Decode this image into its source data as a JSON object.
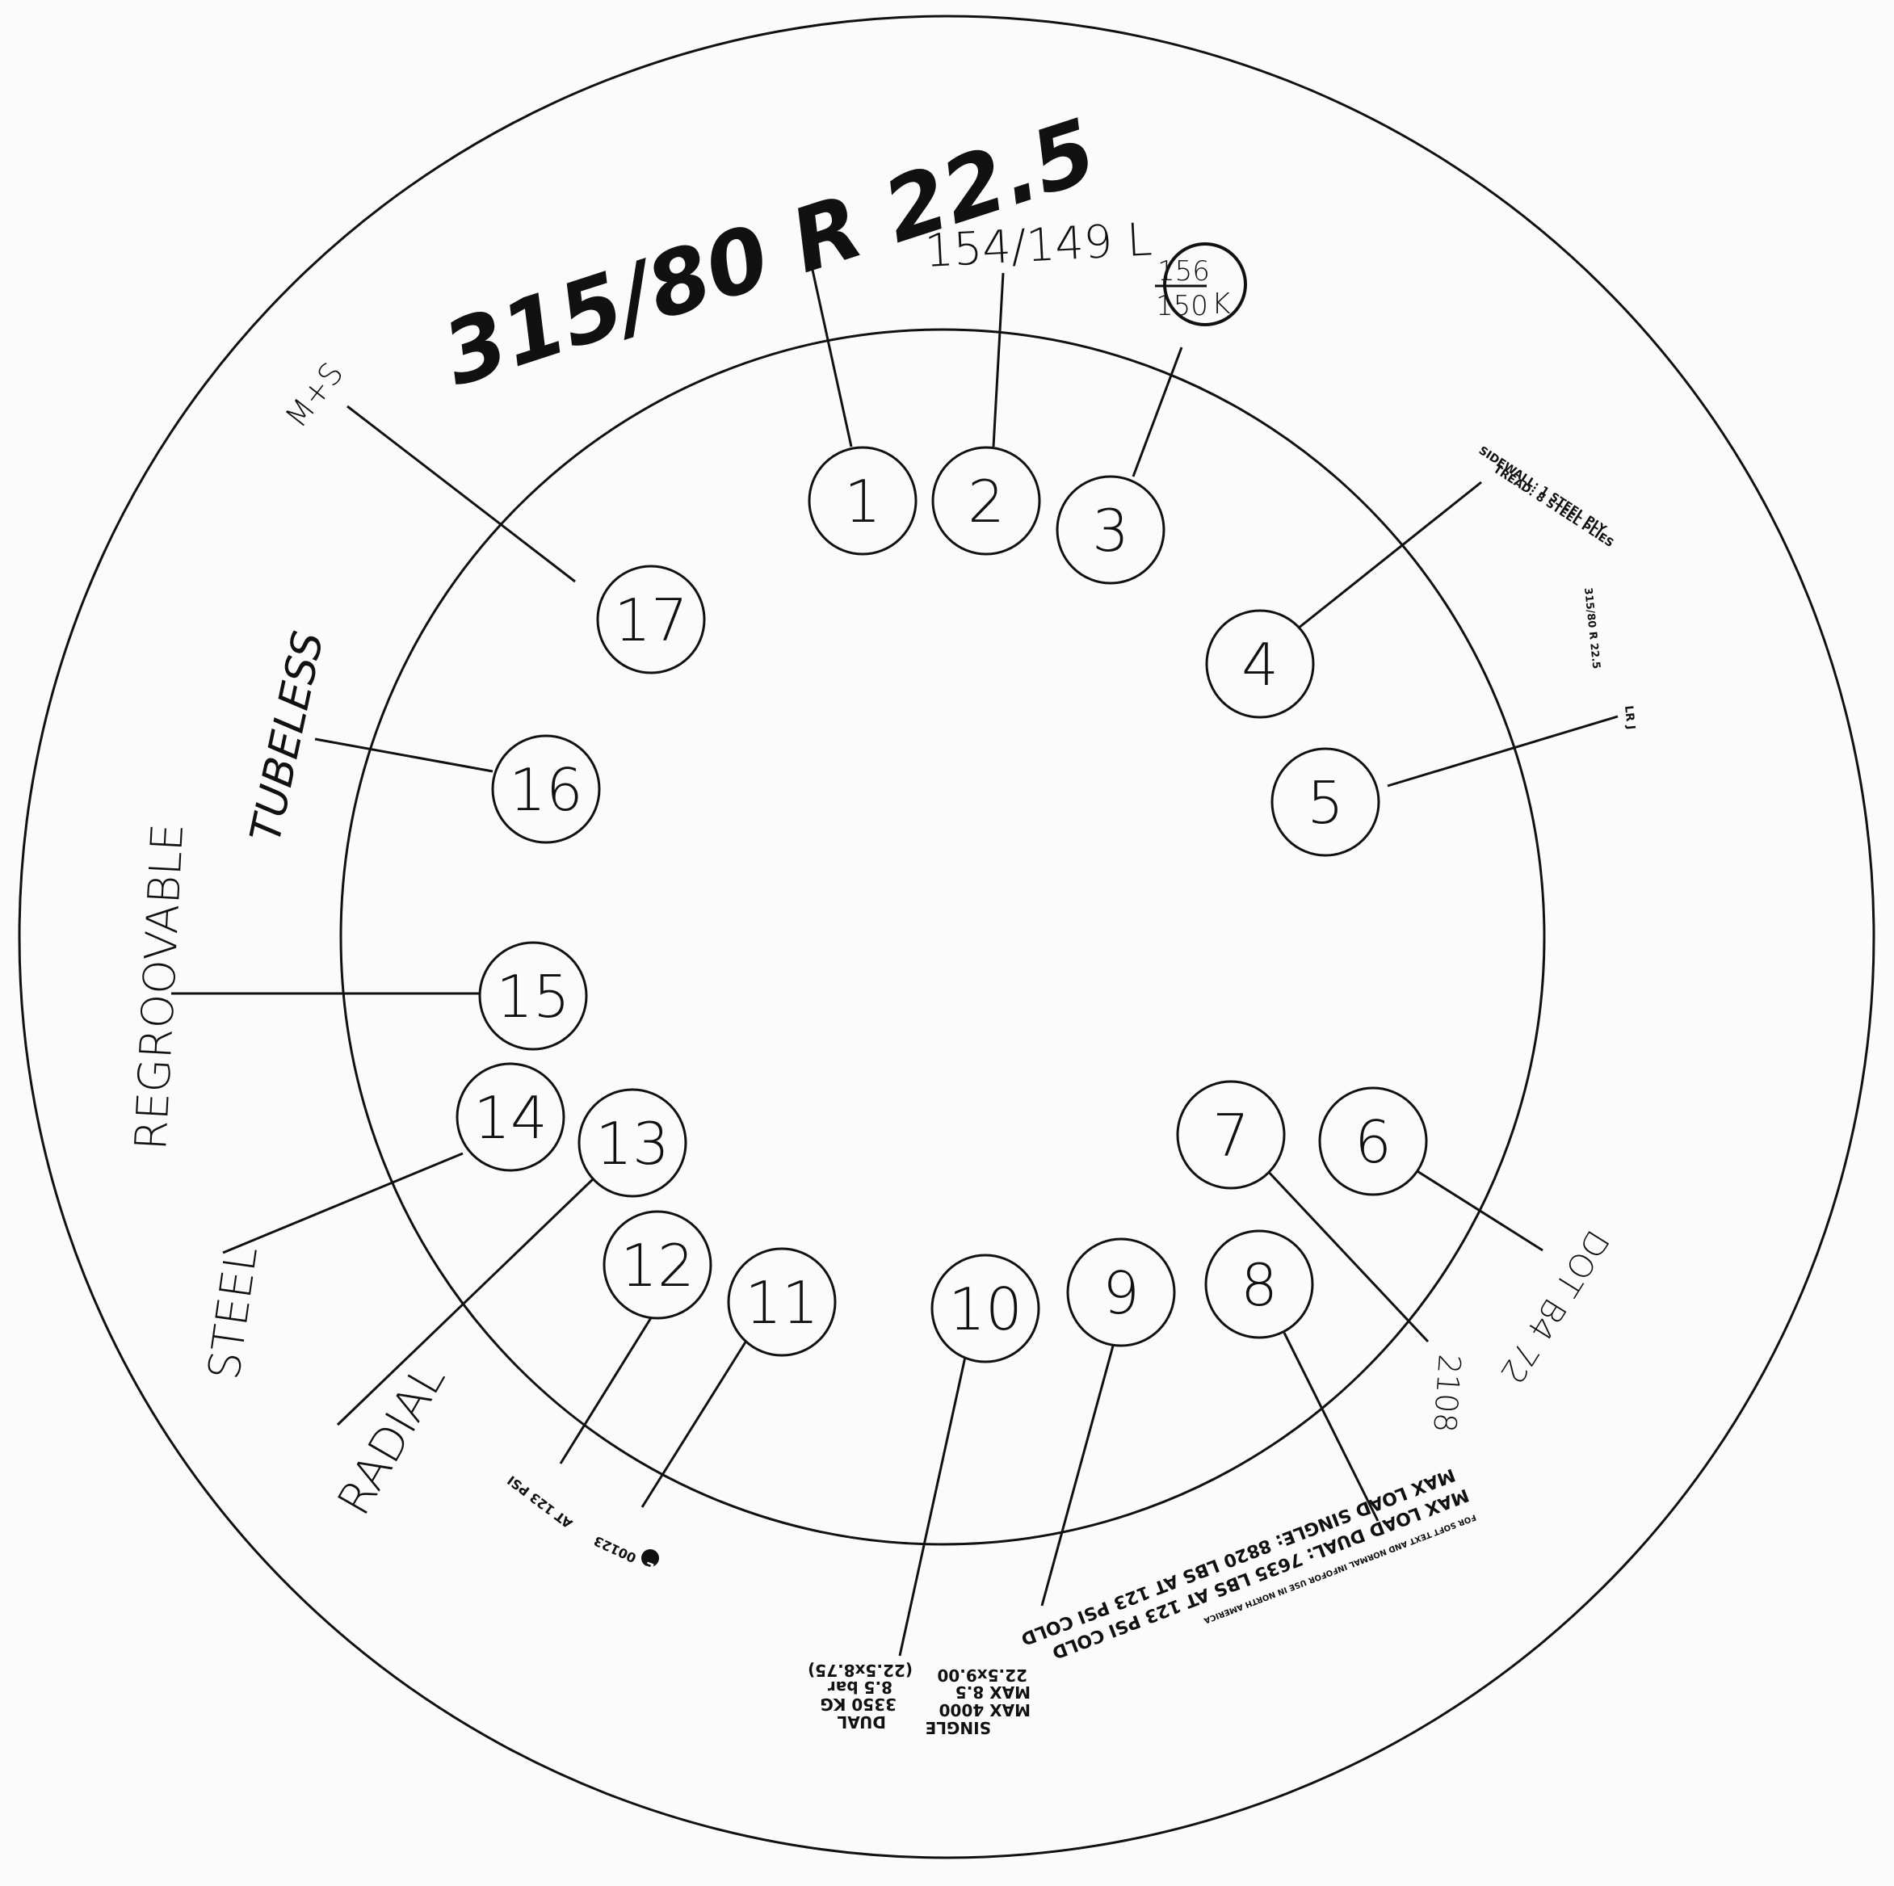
{
  "markings": {
    "size": "315/80 R 22.5",
    "load_index": "154/149 L",
    "alt_load_top": "156",
    "alt_load_bottom": "150",
    "alt_speed": "K",
    "construction_line1": "TREAD: 8 STEEL PLIES",
    "construction_line2": "SIDEWALL: 1 STEEL PLY",
    "size_small": "315/80 R 22.5",
    "code_small": "LR J",
    "dot": "DOT B4 72",
    "date": "2108",
    "max_load_dual": "MAX LOAD DUAL:   7635 LBS AT 123 PSI COLD",
    "max_load_single": "MAX LOAD SINGLE: 8820 LBS AT 123 PSI COLD",
    "tiny_note": "FOR SOFT TEXT AND NORMAL INFOFOR USE IN NORTH AMERICA",
    "single_label": "SINGLE",
    "single_max_row": "MAX 4000",
    "single_bar_row": "MAX 8.5",
    "single_rim": "22.5x9.00",
    "dual_label": "DUAL",
    "dual_kg_row": "3350 KG",
    "dual_bar_row": "8.5 bar",
    "dual_rim": "(22.5x8.75)",
    "approval": "00123",
    "approval_symbol": "E",
    "psi": "AT 123 PSI",
    "radial": "RADIAL",
    "steel": "STEEL",
    "regroovable": "REGROOVABLE",
    "tubeless": "TUBELESS",
    "ms": "M+S"
  },
  "callouts": [
    "1",
    "2",
    "3",
    "4",
    "5",
    "6",
    "7",
    "8",
    "9",
    "10",
    "11",
    "12",
    "13",
    "14",
    "15",
    "16",
    "17"
  ]
}
